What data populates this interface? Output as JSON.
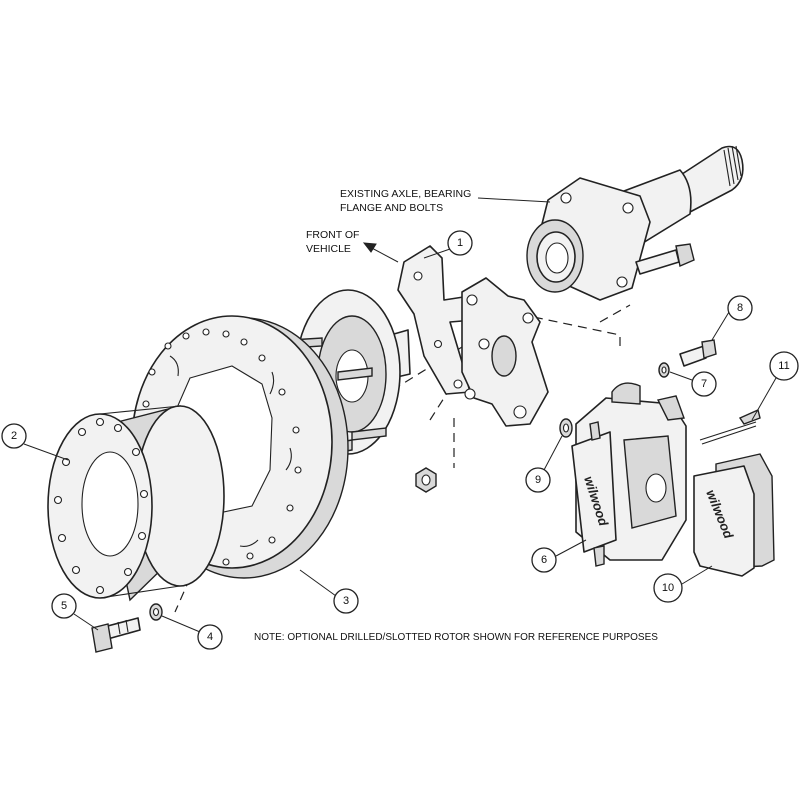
{
  "annotations": {
    "axle_label_line1": "EXISTING AXLE, BEARING",
    "axle_label_line2": "FLANGE AND BOLTS",
    "front_label_line1": "FRONT OF",
    "front_label_line2": "VEHICLE",
    "note": "NOTE: OPTIONAL DRILLED/SLOTTED ROTOR SHOWN FOR REFERENCE PURPOSES",
    "caliper_brand": "wilwood",
    "pad_brand": "wilwood"
  },
  "callouts": [
    "1",
    "2",
    "3",
    "4",
    "5",
    "6",
    "7",
    "8",
    "9",
    "10",
    "11"
  ],
  "colors": {
    "line": "#222222",
    "part_fill": "#f2f2f2",
    "shade": "#d9d9d9",
    "background": "#ffffff"
  }
}
